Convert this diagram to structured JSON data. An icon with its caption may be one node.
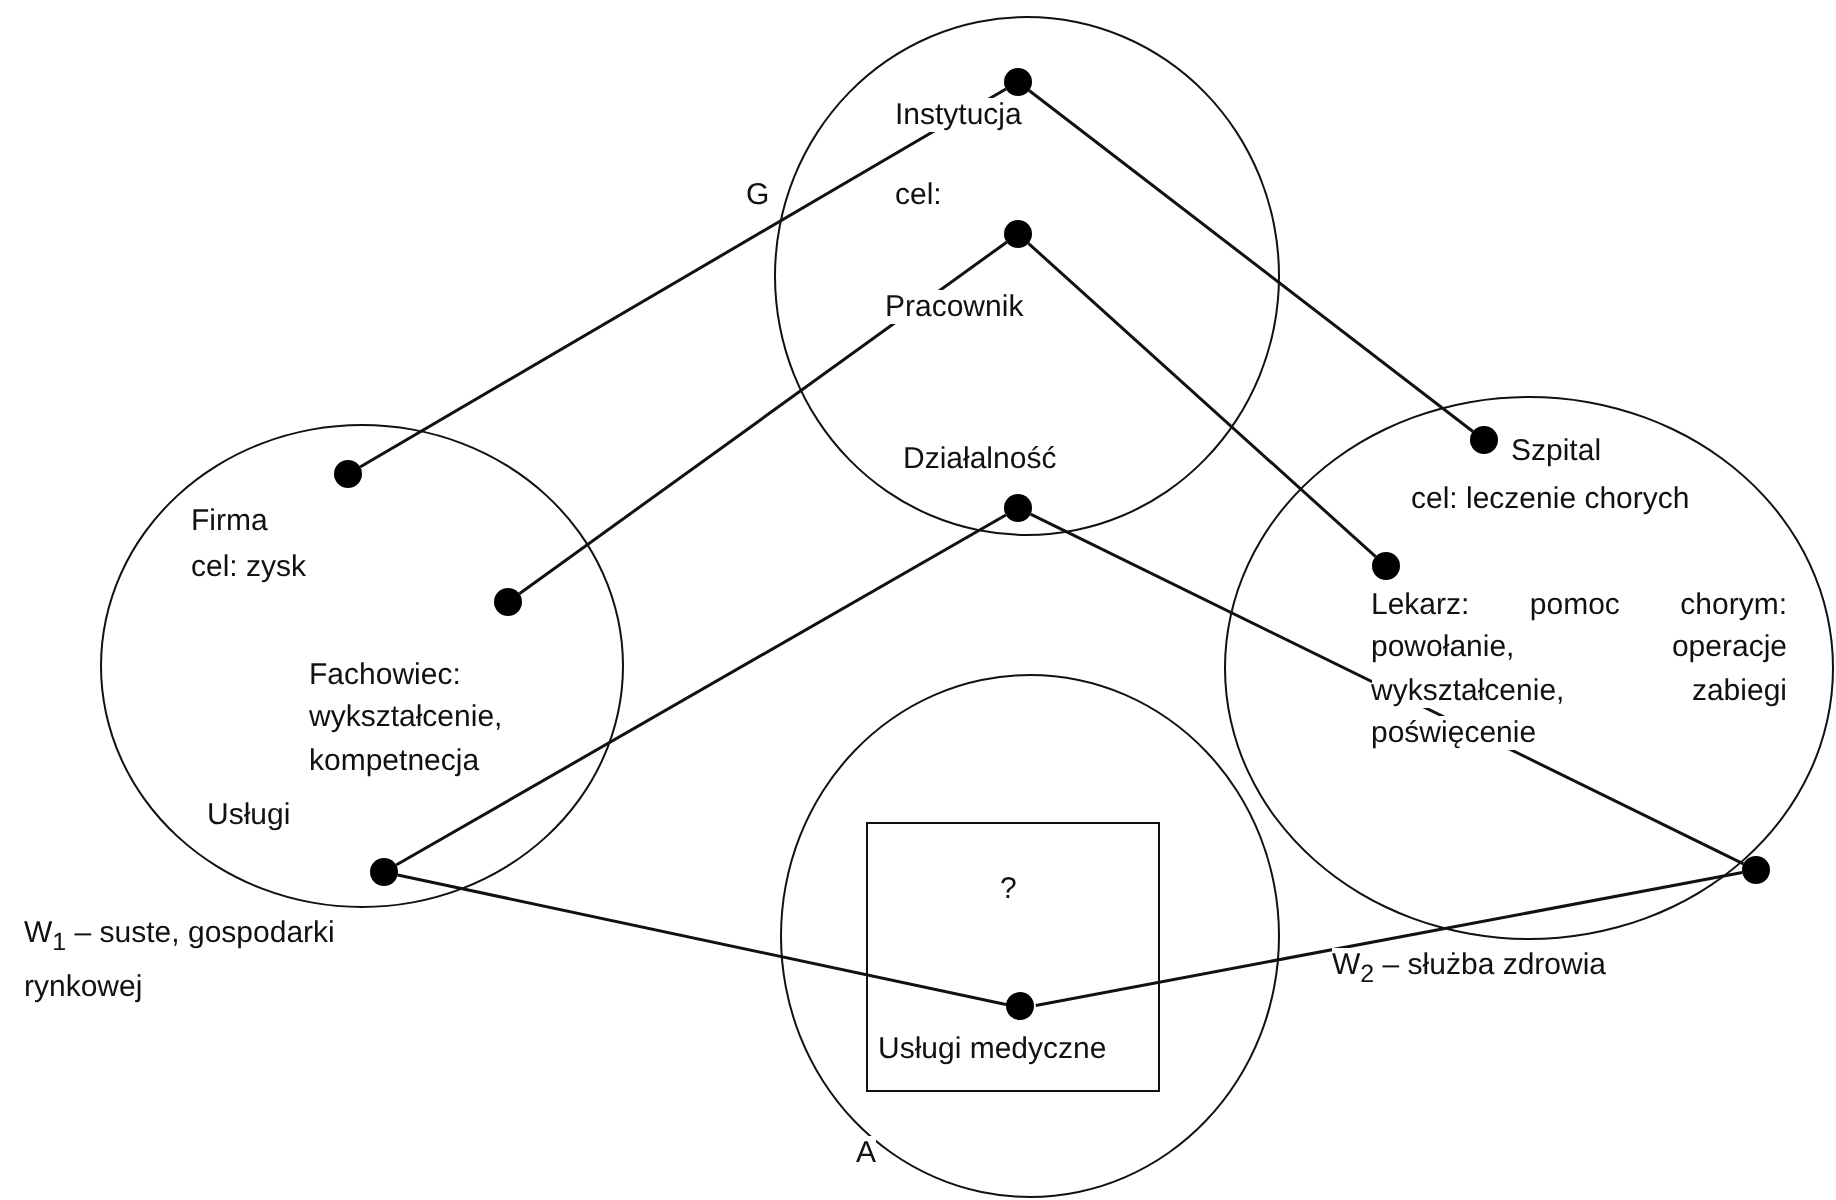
{
  "diagram": {
    "nodes": [
      {
        "text": [
          "Instytucja",
          "cel:",
          "Pracownik",
          "Działalność"
        ]
      },
      {
        "text": [],
        "shape": "dot",
        "in": 0
      },
      {
        "text": [],
        "shape": "dot",
        "in": 0
      },
      {
        "text": [],
        "shape": "dot",
        "in": 0
      },
      {
        "text": [
          "Firma",
          "cel: zysk",
          "Fachowiec: wykształcenie, kompetnecja",
          "Usługi"
        ]
      },
      {
        "text": [],
        "shape": "dot",
        "in": 4
      },
      {
        "text": [],
        "shape": "dot",
        "in": 4
      },
      {
        "text": [],
        "shape": "dot",
        "in": 4
      },
      {
        "text": [
          "Szpital",
          "cel: leczenie chorych",
          "Lekarz: pomoc chorym: powołanie, operacje wykształcenie, zabiegi poświęcenie"
        ]
      },
      {
        "text": [],
        "shape": "dot",
        "in": 8
      },
      {
        "text": [],
        "shape": "dot",
        "in": 8
      },
      {
        "text": [],
        "shape": "dot",
        "in": 8
      },
      {
        "text": [],
        "shape": "circle"
      },
      {
        "text": [
          "?",
          "Usługi medyczne"
        ],
        "in": 12
      },
      {
        "text": [],
        "shape": "dot",
        "in": 13
      }
    ],
    "edges": [
      {
        "from": 5,
        "to": 1,
        "arrow": "none"
      },
      {
        "from": 1,
        "to": 9,
        "arrow": "none"
      },
      {
        "from": 6,
        "to": 2,
        "arrow": "none"
      },
      {
        "from": 2,
        "to": 10,
        "arrow": "none"
      },
      {
        "from": 7,
        "to": 3,
        "arrow": "none"
      },
      {
        "from": 3,
        "to": 11,
        "arrow": "none"
      },
      {
        "from": 7,
        "to": 14,
        "arrow": "none"
      },
      {
        "from": 14,
        "to": 11,
        "arrow": "none"
      }
    ],
    "labels": [
      "G",
      "W$_{1}$ – suste, gospodarki rynkowej",
      "W$_{2}$ – służba zdrowia",
      "A"
    ]
  }
}
